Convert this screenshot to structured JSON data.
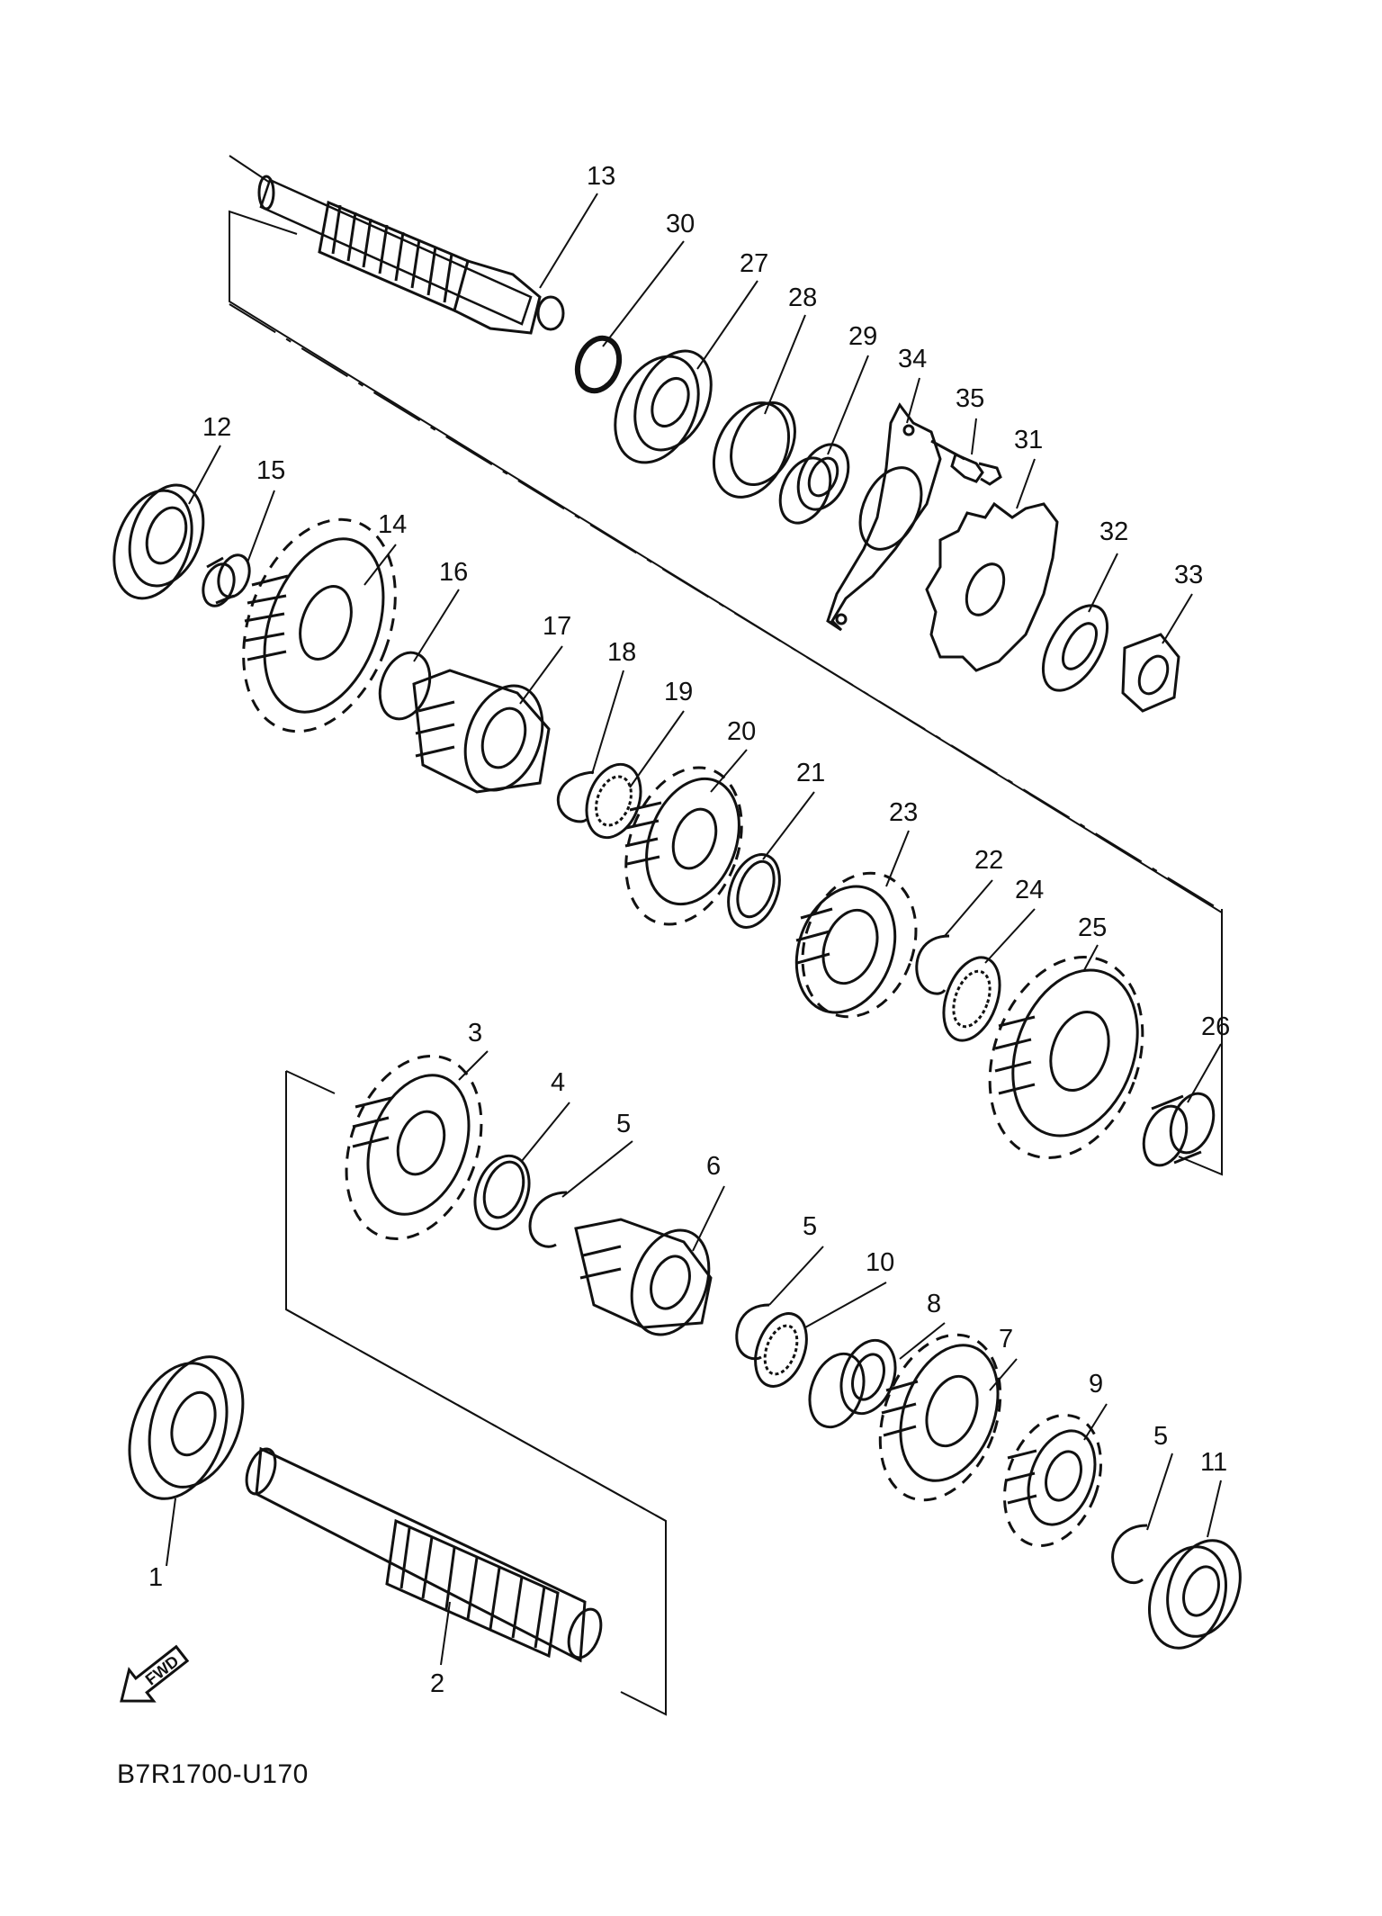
{
  "diagram": {
    "code": "B7R1700-U170",
    "fwd_label": "FWD",
    "parts": [
      {
        "id": "p1",
        "label": "1",
        "shape": "bearing"
      },
      {
        "id": "p2",
        "label": "2",
        "shape": "shaft"
      },
      {
        "id": "p3",
        "label": "3",
        "shape": "gear"
      },
      {
        "id": "p4",
        "label": "4",
        "shape": "washer"
      },
      {
        "id": "p5a",
        "label": "5",
        "shape": "circlip"
      },
      {
        "id": "p6",
        "label": "6",
        "shape": "gear"
      },
      {
        "id": "p5b",
        "label": "5",
        "shape": "circlip"
      },
      {
        "id": "p10",
        "label": "10",
        "shape": "splined-washer"
      },
      {
        "id": "p8",
        "label": "8",
        "shape": "collar"
      },
      {
        "id": "p7",
        "label": "7",
        "shape": "gear"
      },
      {
        "id": "p9",
        "label": "9",
        "shape": "gear"
      },
      {
        "id": "p5c",
        "label": "5",
        "shape": "circlip"
      },
      {
        "id": "p11",
        "label": "11",
        "shape": "bearing"
      },
      {
        "id": "p12",
        "label": "12",
        "shape": "bearing"
      },
      {
        "id": "p15",
        "label": "15",
        "shape": "collar"
      },
      {
        "id": "p14",
        "label": "14",
        "shape": "gear"
      },
      {
        "id": "p16",
        "label": "16",
        "shape": "washer"
      },
      {
        "id": "p17",
        "label": "17",
        "shape": "gear"
      },
      {
        "id": "p18",
        "label": "18",
        "shape": "circlip"
      },
      {
        "id": "p19",
        "label": "19",
        "shape": "splined-washer"
      },
      {
        "id": "p20",
        "label": "20",
        "shape": "gear"
      },
      {
        "id": "p21",
        "label": "21",
        "shape": "washer"
      },
      {
        "id": "p23",
        "label": "23",
        "shape": "gear"
      },
      {
        "id": "p22",
        "label": "22",
        "shape": "circlip"
      },
      {
        "id": "p24",
        "label": "24",
        "shape": "splined-washer"
      },
      {
        "id": "p25",
        "label": "25",
        "shape": "gear"
      },
      {
        "id": "p26",
        "label": "26",
        "shape": "collar"
      },
      {
        "id": "p13",
        "label": "13",
        "shape": "shaft"
      },
      {
        "id": "p30",
        "label": "30",
        "shape": "o-ring"
      },
      {
        "id": "p27",
        "label": "27",
        "shape": "bearing"
      },
      {
        "id": "p28",
        "label": "28",
        "shape": "seal"
      },
      {
        "id": "p29",
        "label": "29",
        "shape": "collar"
      },
      {
        "id": "p34",
        "label": "34",
        "shape": "plate"
      },
      {
        "id": "p35",
        "label": "35",
        "shape": "bolt"
      },
      {
        "id": "p31",
        "label": "31",
        "shape": "sprocket"
      },
      {
        "id": "p32",
        "label": "32",
        "shape": "lock-washer"
      },
      {
        "id": "p33",
        "label": "33",
        "shape": "nut"
      }
    ]
  }
}
